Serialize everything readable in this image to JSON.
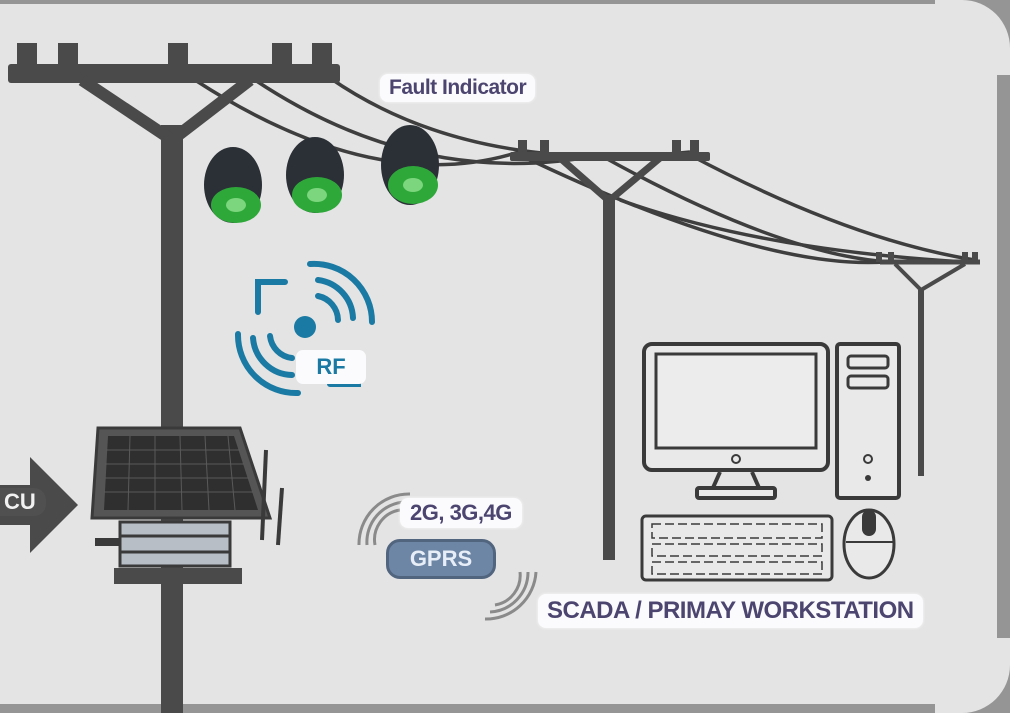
{
  "diagram": {
    "type": "power-line fault indication system",
    "labels": {
      "fault_indicator": "Fault Indicator",
      "rf": "RF",
      "network": "2G, 3G,4G",
      "gprs": "GPRS",
      "cu": "CU",
      "scada": "SCADA / PRIMAY WORKSTATION"
    },
    "components": [
      {
        "id": "pole-main",
        "name": "Main utility pole with crossarm"
      },
      {
        "id": "fault-indicators",
        "name": "Fault indicators",
        "count": 3,
        "color": "#2fa83a"
      },
      {
        "id": "rf-signal",
        "name": "RF wireless signal",
        "color": "#1a7aa3"
      },
      {
        "id": "communication-unit",
        "name": "Solar-powered communication unit (CU)"
      },
      {
        "id": "gprs-link",
        "name": "GPRS link over 2G/3G/4G"
      },
      {
        "id": "pole-secondary",
        "name": "Secondary utility pole"
      },
      {
        "id": "pole-far",
        "name": "Far utility pole"
      },
      {
        "id": "workstation",
        "name": "SCADA / primary workstation (monitor, tower, keyboard, mouse)"
      }
    ],
    "colors": {
      "background": "#e4e4e4",
      "pole": "#4a4a4a",
      "label_text": "#4c4570",
      "rf_blue": "#1a7aa3",
      "gprs_pill": "#6e86a6",
      "frame": "#959595"
    }
  }
}
